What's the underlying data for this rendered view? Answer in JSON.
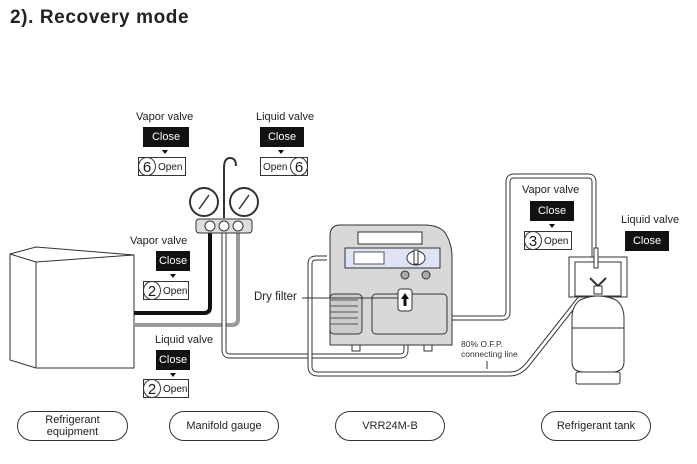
{
  "title": "2). Recovery mode",
  "colors": {
    "close_bg": "#111111",
    "machine_body": "#d8d8d8",
    "panel_blue": "#dfe3f3",
    "hose_black": "#111111",
    "hose_gray": "#9a9a9a"
  },
  "valves": {
    "manifold_vapor": {
      "label": "Vapor valve",
      "close": "Close",
      "open": "Open",
      "step": "6"
    },
    "manifold_liquid": {
      "label": "Liquid valve",
      "close": "Close",
      "open": "Open",
      "step": "6"
    },
    "equipment_vapor": {
      "label": "Vapor valve",
      "close": "Close",
      "open": "Open",
      "step": "2"
    },
    "equipment_liquid": {
      "label": "Liquid valve",
      "close": "Close",
      "open": "Open",
      "step": "2"
    },
    "tank_vapor": {
      "label": "Vapor valve",
      "close": "Close",
      "open": "Open",
      "step": "3"
    },
    "tank_liquid": {
      "label": "Liquid valve",
      "close": "Close"
    }
  },
  "annotations": {
    "dry_filter": "Dry filter",
    "ofp_line1": "80% O.F.P.",
    "ofp_line2": "connecting line"
  },
  "components": [
    {
      "label": "Refrigerant equipment",
      "line1": "Refrigerant",
      "line2": "equipment"
    },
    {
      "label": "Manifold gauge"
    },
    {
      "label": "VRR24M-B"
    },
    {
      "label": "Refrigerant tank"
    }
  ]
}
